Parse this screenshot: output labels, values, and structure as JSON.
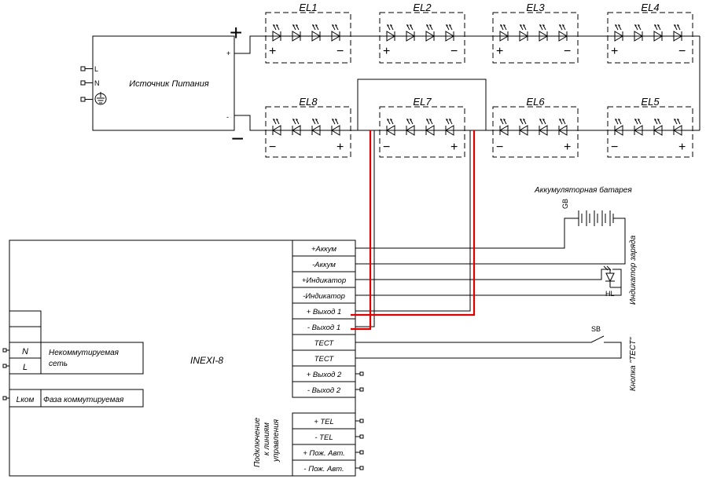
{
  "power_supply": {
    "label": "Источник Питания",
    "terminals": [
      "L",
      "N"
    ],
    "plus_sign": "+",
    "minus_sign": "−",
    "out_plus": "+",
    "out_minus": "-"
  },
  "led_modules": [
    {
      "name": "EL1",
      "left_sign": "+",
      "right_sign": "−"
    },
    {
      "name": "EL2",
      "left_sign": "+",
      "right_sign": "−"
    },
    {
      "name": "EL3",
      "left_sign": "+",
      "right_sign": "−"
    },
    {
      "name": "EL4",
      "left_sign": "+",
      "right_sign": "−"
    },
    {
      "name": "EL8",
      "left_sign": "−",
      "right_sign": "+"
    },
    {
      "name": "EL7",
      "left_sign": "−",
      "right_sign": "+"
    },
    {
      "name": "EL6",
      "left_sign": "−",
      "right_sign": "+"
    },
    {
      "name": "EL5",
      "left_sign": "−",
      "right_sign": "+"
    }
  ],
  "controller": {
    "name": "INEXI-8",
    "network": {
      "rows": [
        "N",
        "L"
      ],
      "label_line1": "Некоммутируемая",
      "label_line2": "сеть"
    },
    "switched": {
      "terminal": "Lком",
      "label": "Фаза коммутируемая"
    },
    "control_label_lines": [
      "Подключение",
      "к линиям",
      "управления"
    ],
    "terminals": [
      "+Аккум",
      "-Аккум",
      "+Индикатор",
      "-Индикатор",
      "+ Выход 1",
      "- Выход 1",
      "ТЕСТ",
      "ТЕСТ",
      "+ Выход 2",
      "- Выход 2"
    ],
    "tel_terminals": [
      "+ TEL",
      "- TEL",
      "+ Пож. Авт.",
      "- Пож. Авт."
    ]
  },
  "battery": {
    "label": "Аккумуляторная батарея",
    "ref": "GB"
  },
  "indicator": {
    "ref": "HL",
    "label": "Индикатор заряда"
  },
  "test_button": {
    "ref": "SB",
    "label": "Кнопка \"ТЕСТ\""
  }
}
